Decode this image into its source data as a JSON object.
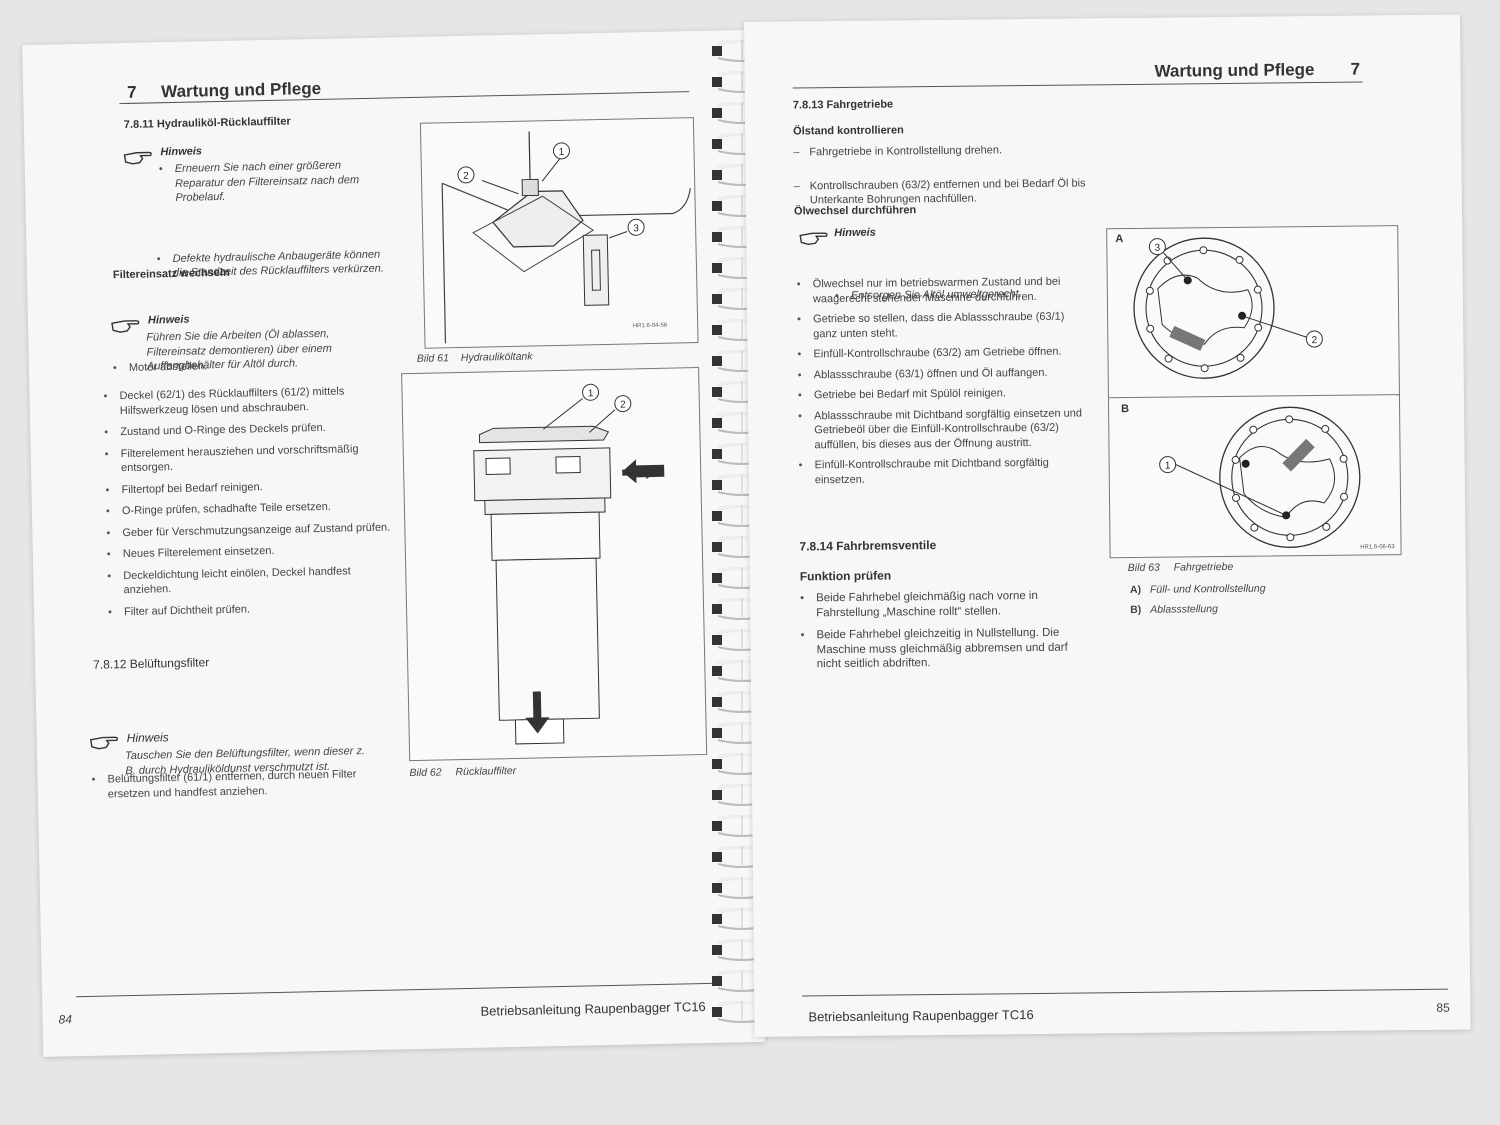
{
  "left_page": {
    "chapter_number": "7",
    "chapter_title": "Wartung und Pflege",
    "section_title": "7.8.11  Hydrauliköl-Rücklauffilter",
    "note1": {
      "label": "Hinweis",
      "items": [
        "Erneuern Sie nach einer größeren Reparatur den Filtereinsatz nach dem Probelauf.",
        "Defekte hydraulische Anbaugeräte können die Standzeit des Rücklauffilters verkürzen."
      ]
    },
    "filter_heading": "Filtereinsatz wechseln",
    "filter_step1": "Motor abstellen.",
    "note2": {
      "label": "Hinweis",
      "text": "Führen Sie die Arbeiten (Öl ablassen, Filtereinsatz demontieren) über einem Auffangbehälter für Altöl durch."
    },
    "steps": [
      "Deckel (62/1) des Rücklauffilters (61/2) mittels Hilfswerkzeug lösen und abschrauben.",
      "Zustand und O-Ringe des Deckels prüfen.",
      "Filterelement herausziehen und vorschriftsmäßig entsorgen.",
      "Filtertopf bei Bedarf reinigen.",
      "O-Ringe prüfen, schadhafte Teile ersetzen.",
      "Geber für Verschmutzungsanzeige auf Zustand prüfen.",
      "Neues Filterelement einsetzen.",
      "Deckeldichtung leicht einölen, Deckel handfest anziehen.",
      "Filter auf Dichtheit prüfen."
    ],
    "section2_title": "7.8.12  Belüftungsfilter",
    "section2_step": "Belüftungsfilter (61/1) entfernen, durch neuen Filter ersetzen und handfest anziehen.",
    "note3": {
      "label": "Hinweis",
      "text": "Tauschen Sie den Belüftungsfilter, wenn dieser z. B. durch Hydrauliköldunst verschmutzt ist."
    },
    "fig61": {
      "caption_num": "Bild 61",
      "caption": "Hydrauliköltank",
      "code": "HR1.6-04-56",
      "callouts": [
        "1",
        "2",
        "3"
      ]
    },
    "fig62": {
      "caption_num": "Bild 62",
      "caption": "Rücklauffilter",
      "callouts": [
        "1",
        "2"
      ]
    },
    "page_number": "84",
    "footer": "Betriebsanleitung Raupenbagger TC16"
  },
  "right_page": {
    "chapter_number": "7",
    "chapter_title": "Wartung und Pflege",
    "section_title": "7.8.13  Fahrgetriebe",
    "oil_heading": "Ölstand kontrollieren",
    "oil_steps": [
      "Fahrgetriebe in Kontrollstellung drehen.",
      "Kontrollschrauben (63/2) entfernen und bei Bedarf Öl bis Unterkante Bohrungen nachfüllen."
    ],
    "change_heading": "Ölwechsel durchführen",
    "note": {
      "label": "Hinweis",
      "text": "Entsorgen Sie Altöl umweltgerecht."
    },
    "change_steps": [
      "Ölwechsel nur im betriebswarmen Zustand und bei waagerecht stehender Maschine durchführen.",
      "Getriebe so stellen, dass die Ablassschraube (63/1) ganz unten steht.",
      "Einfüll-Kontrollschraube (63/2) am Getriebe öffnen.",
      "Ablassschraube (63/1) öffnen und Öl auffangen.",
      "Getriebe bei Bedarf mit Spülöl reinigen.",
      "Ablassschraube mit Dichtband sorgfältig einsetzen und Getriebeöl über die Einfüll-Kontrollschraube (63/2) auffüllen, bis dieses aus der Öffnung austritt.",
      "Einfüll-Kontrollschraube mit Dichtband sorgfältig einsetzen."
    ],
    "section2_title": "7.8.14  Fahrbremsventile",
    "function_heading": "Funktion prüfen",
    "function_steps": [
      "Beide Fahrhebel gleichmäßig nach vorne in Fahrstellung „Maschine rollt“ stellen.",
      "Beide Fahrhebel gleichzeitig in Nullstellung. Die Maschine muss gleichmäßig abbremsen und darf nicht seitlich abdriften."
    ],
    "fig63": {
      "label_a": "A",
      "label_b": "B",
      "callouts_a": [
        "3",
        "2"
      ],
      "callouts_b": [
        "1"
      ],
      "code": "HR1.6-06-63",
      "caption_num": "Bild 63",
      "caption": "Fahrgetriebe",
      "legend": [
        {
          "key": "A)",
          "text": "Füll- und Kontrollstellung"
        },
        {
          "key": "B)",
          "text": "Ablassstellung"
        }
      ]
    },
    "page_number": "85",
    "footer": "Betriebsanleitung Raupenbagger TC16"
  }
}
